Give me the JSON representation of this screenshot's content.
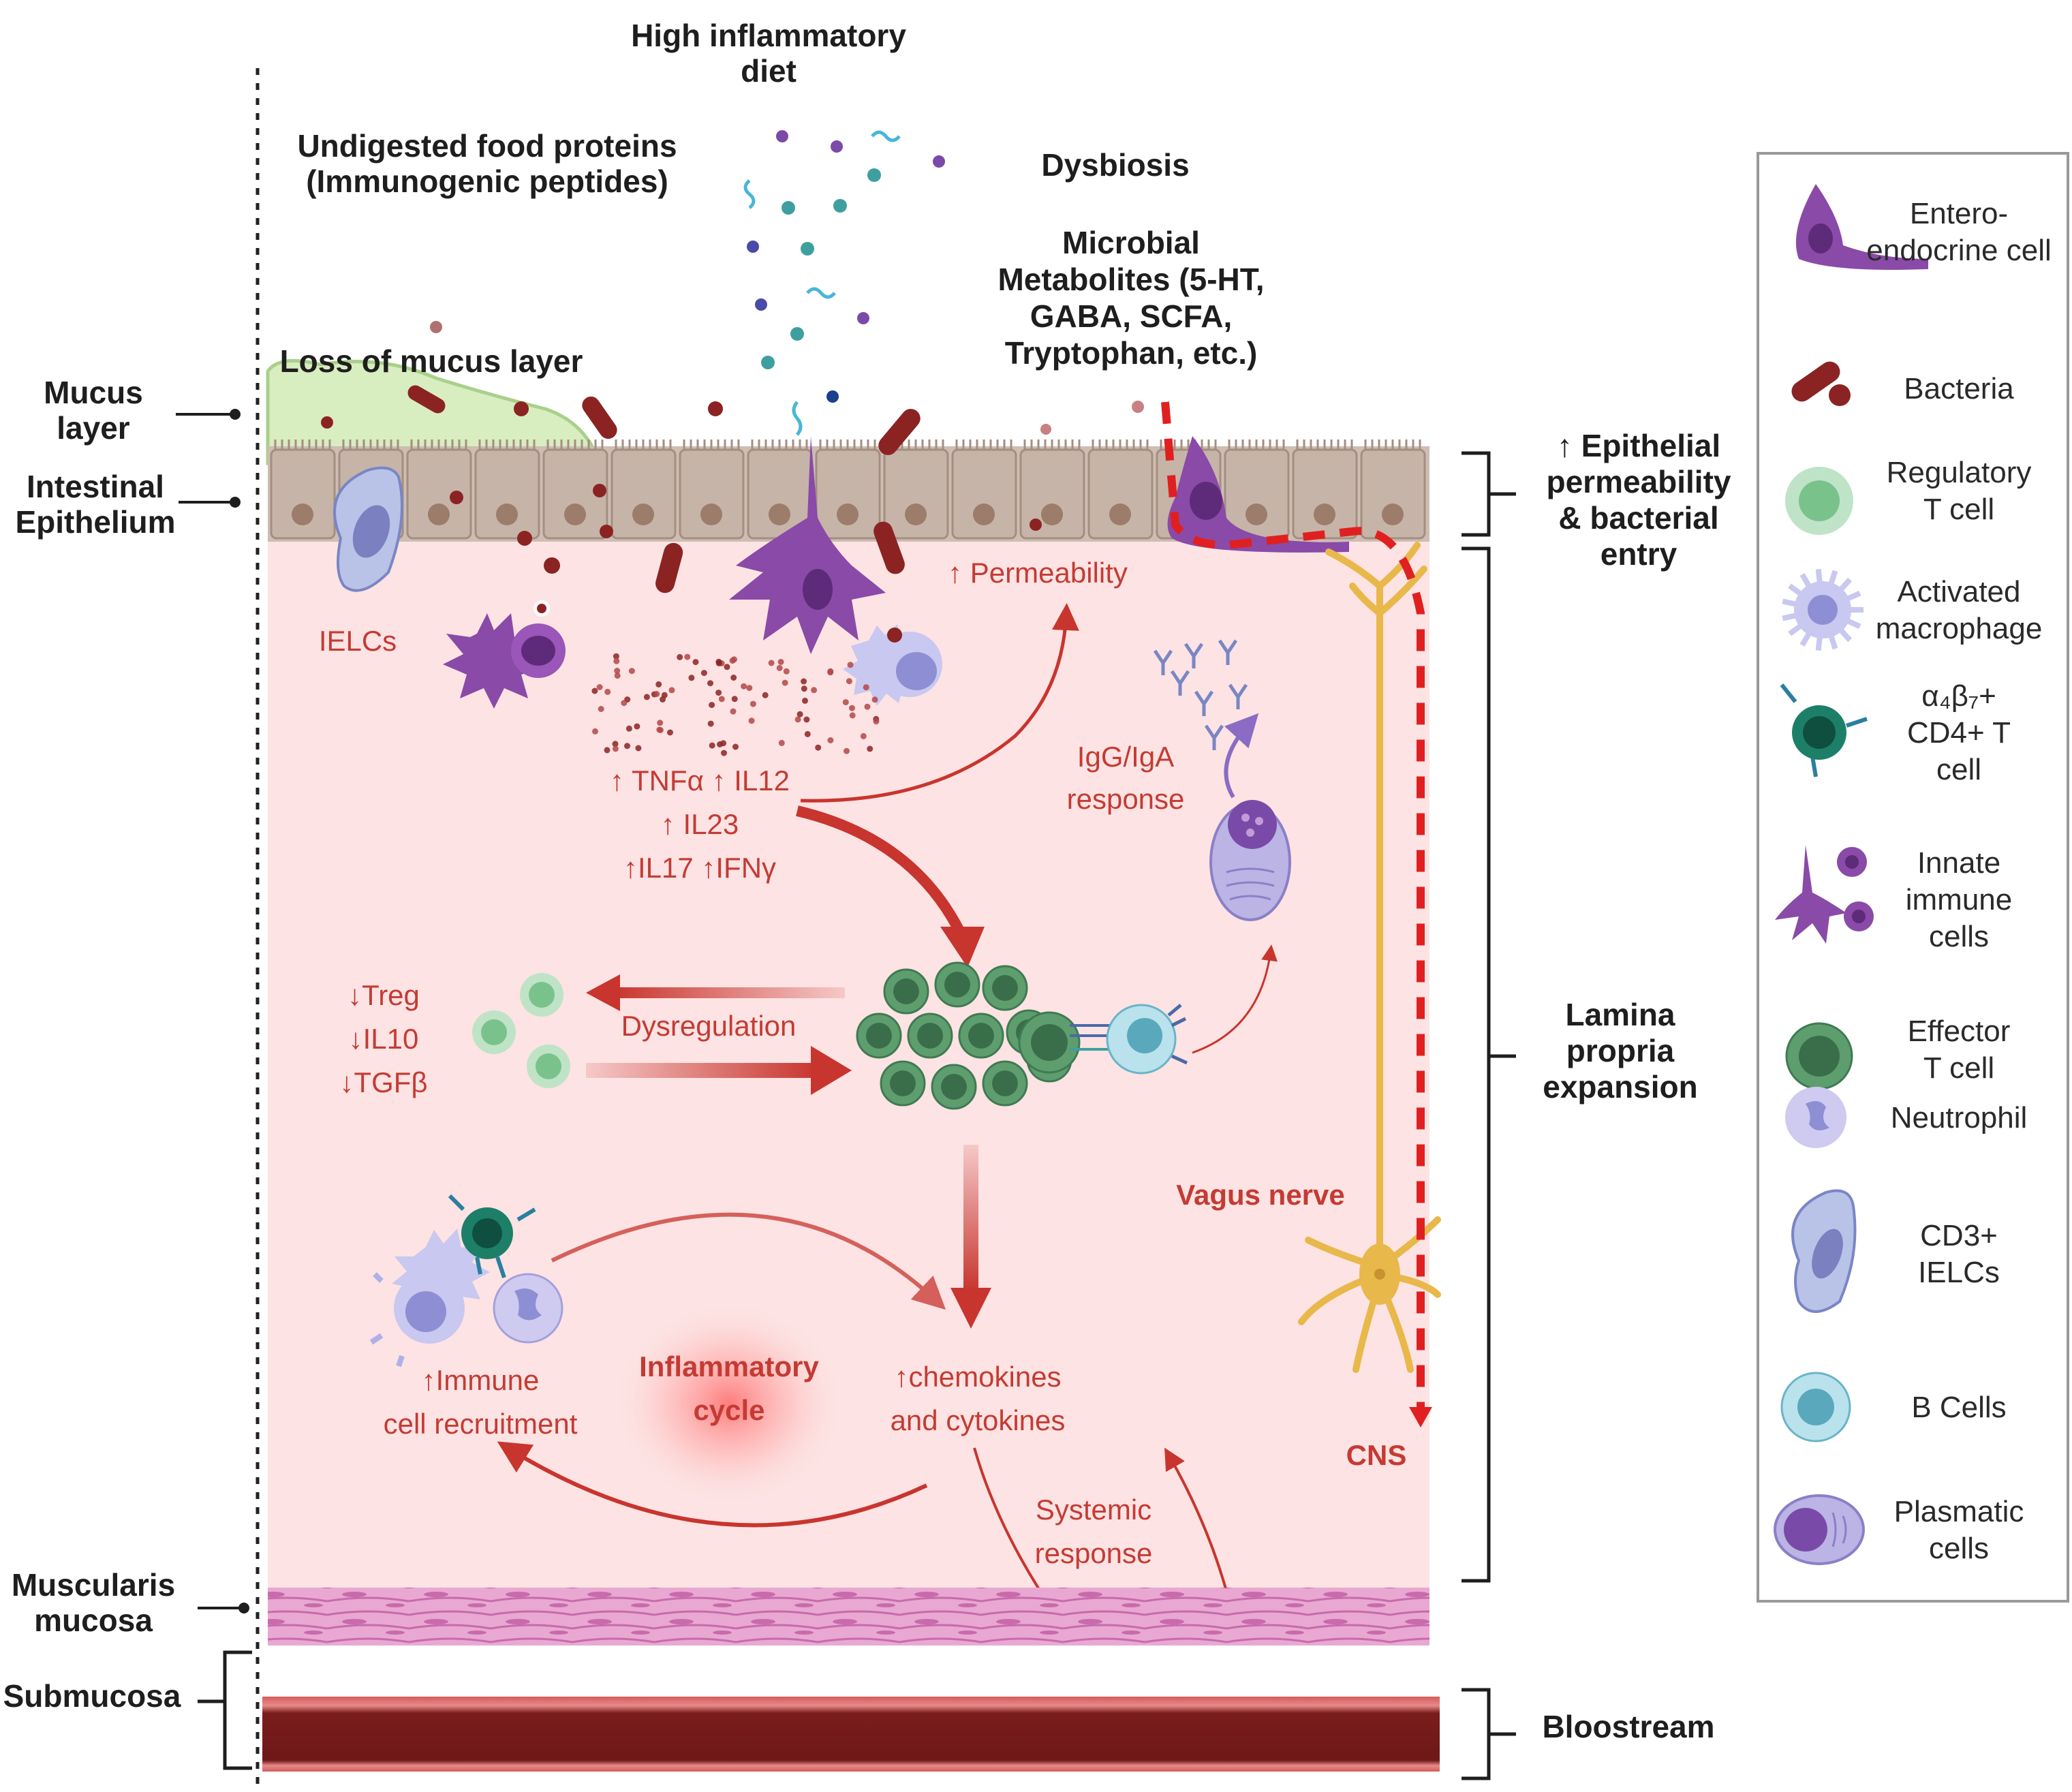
{
  "top": {
    "diet": [
      "High inflammatory",
      "diet"
    ],
    "food": [
      "Undigested food proteins",
      "(Immunogenic peptides)"
    ],
    "dysbiosis": "Dysbiosis",
    "metabolites": [
      "Microbial",
      "Metabolites (5-HT,",
      "GABA, SCFA,",
      "Tryptophan, etc.)"
    ],
    "mucus_loss": "Loss of mucus layer"
  },
  "left_labels": {
    "mucus": [
      "Mucus",
      "layer"
    ],
    "epithelium": [
      "Intestinal",
      "Epithelium"
    ],
    "muscularis": [
      "Muscularis",
      "mucosa"
    ],
    "submucosa": "Submucosa"
  },
  "right_labels": {
    "permeability": [
      "↑ Epithelial",
      "permeability",
      "& bacterial",
      "entry"
    ],
    "lamina": [
      "Lamina",
      "propria",
      "expansion"
    ],
    "bloodstream": "Bloostream"
  },
  "inner": {
    "ielcs": "IELCs",
    "permeability": "↑ Permeability",
    "cytokines": [
      "↑ TNFα ↑ IL12",
      "↑ IL23",
      "↑IL17 ↑IFNγ"
    ],
    "igg": [
      "IgG/IgA",
      "response"
    ],
    "treg": [
      "↓Treg",
      "↓IL10",
      "↓TGFβ"
    ],
    "dysregulation": "Dysregulation",
    "vagus": "Vagus nerve",
    "cns": "CNS",
    "cycle": [
      "Inflammatory",
      "cycle"
    ],
    "recruit": [
      "↑Immune",
      "cell recruitment"
    ],
    "chemokines": [
      "↑chemokines",
      "and cytokines"
    ],
    "systemic": [
      "Systemic",
      "response"
    ]
  },
  "legend": [
    {
      "icon": "enteroendocrine-cell-icon",
      "lines": [
        "Entero-",
        "endocrine cell"
      ]
    },
    {
      "icon": "bacteria-icon",
      "lines": [
        "Bacteria"
      ]
    },
    {
      "icon": "regulatory-t-cell-icon",
      "lines": [
        "Regulatory",
        "T cell"
      ]
    },
    {
      "icon": "activated-macrophage-icon",
      "lines": [
        "Activated",
        "macrophage"
      ]
    },
    {
      "icon": "a4b7-cd4-t-cell-icon",
      "lines": [
        "α₄β₇+",
        "CD4+ T",
        "cell"
      ]
    },
    {
      "icon": "innate-immune-cells-icon",
      "lines": [
        "Innate",
        "immune",
        "cells"
      ]
    },
    {
      "icon": "effector-t-cell-icon",
      "lines": [
        "Effector",
        "T cell"
      ]
    },
    {
      "icon": "neutrophil-icon",
      "lines": [
        "Neutrophil"
      ]
    },
    {
      "icon": "cd3-ielcs-icon",
      "lines": [
        "CD3+",
        "IELCs"
      ]
    },
    {
      "icon": "b-cells-icon",
      "lines": [
        "B Cells"
      ]
    },
    {
      "icon": "plasmatic-cells-icon",
      "lines": [
        "Plasmatic",
        "cells"
      ]
    }
  ],
  "colors": {
    "lamina": "#fde3e3",
    "text_red": "#c43b34",
    "arrow_red": "#c8352e",
    "mucus": "#d8edc0",
    "epithelium": "#cdbdb3",
    "muscle": "#e8a8d2",
    "blood": "#7a1c1c",
    "nerve": "#e8b84a"
  }
}
